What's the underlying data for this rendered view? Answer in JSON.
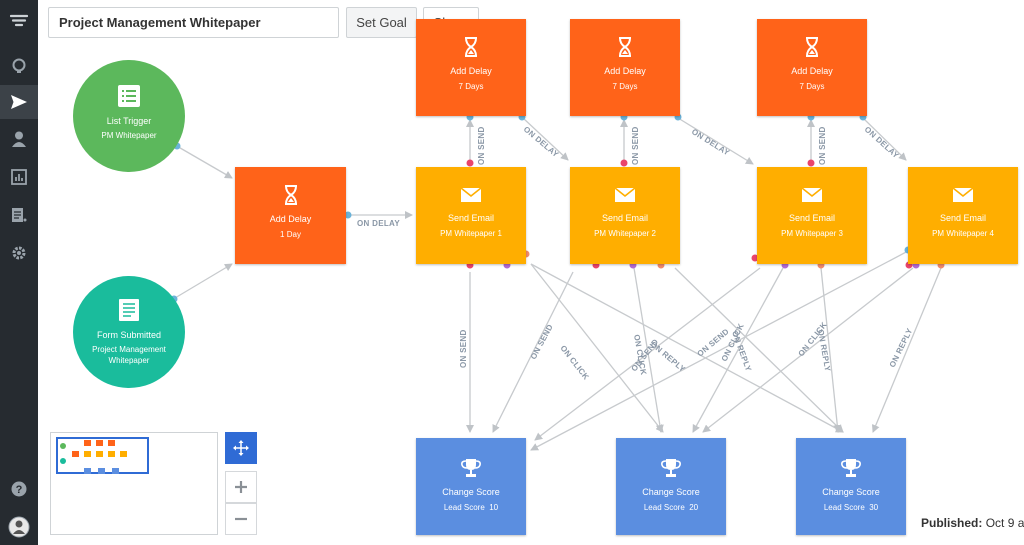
{
  "header": {
    "title": "Project Management Whitepaper",
    "set_goal_label": "Set Goal",
    "share_label": "Share"
  },
  "rail": {
    "items": [
      "menu-icon",
      "bulb-icon",
      "send-icon",
      "person-icon",
      "chart-icon",
      "report-icon",
      "gear-icon",
      "help-icon",
      "avatar"
    ],
    "active": "send-icon"
  },
  "colors": {
    "delay": "#ff6319",
    "email": "#ffae00",
    "score": "#5b8ee0",
    "list_trigger": "#5cb85c",
    "form_submitted": "#1abc9c",
    "rail_bg": "#262b30"
  },
  "nodes": {
    "list_trigger": {
      "title": "List Trigger",
      "subtitle": "PM Whitepaper"
    },
    "form_submitted": {
      "title": "Form Submitted",
      "subtitle_line1": "Project Management",
      "subtitle_line2": "Whitepaper"
    },
    "add_delay_1day": {
      "title": "Add Delay",
      "subtitle": "1 Day"
    },
    "add_delay_a": {
      "title": "Add Delay",
      "subtitle": "7 Days"
    },
    "add_delay_b": {
      "title": "Add Delay",
      "subtitle": "7 Days"
    },
    "add_delay_c": {
      "title": "Add Delay",
      "subtitle": "7 Days"
    },
    "send_email_1": {
      "title": "Send Email",
      "subtitle": "PM Whitepaper 1"
    },
    "send_email_2": {
      "title": "Send Email",
      "subtitle": "PM Whitepaper 2"
    },
    "send_email_3": {
      "title": "Send Email",
      "subtitle": "PM Whitepaper 3"
    },
    "send_email_4": {
      "title": "Send Email",
      "subtitle": "PM Whitepaper 4"
    },
    "score_10": {
      "title": "Change Score",
      "subtitle": "Lead Score  10"
    },
    "score_20": {
      "title": "Change Score",
      "subtitle": "Lead Score  20"
    },
    "score_30": {
      "title": "Change Score",
      "subtitle": "Lead Score  30"
    }
  },
  "connectors": {
    "on_delay": "ON DELAY",
    "on_send": "ON SEND",
    "on_click": "ON CLICK",
    "on_reply": "ON REPLY"
  },
  "footer": {
    "published_label": "Published:",
    "published_value": "Oct 9 a"
  }
}
